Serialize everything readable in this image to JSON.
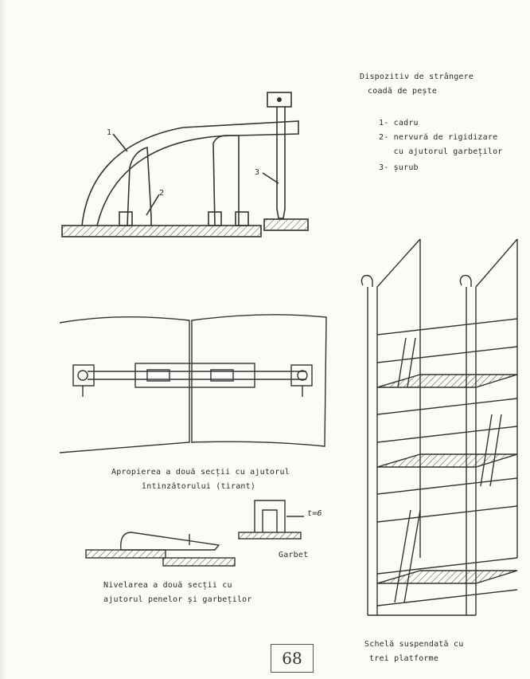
{
  "figure1": {
    "title_line1": "Dispozitiv de strângere",
    "title_line2": "coadă de pește",
    "callout_1": "1",
    "callout_2": "2",
    "callout_3": "3",
    "legend": [
      "1- cadru",
      "2- nervură de rigidizare",
      "   cu ajutorul garbeților",
      "3- șurub"
    ]
  },
  "figure2": {
    "caption_line1": "Apropierea a două secții cu ajutorul",
    "caption_line2": "întinzătorului (tirant)"
  },
  "figure3": {
    "side_label": "Garbet",
    "dimension_note": "t=6",
    "caption_line1": "Nivelarea a două secții cu",
    "caption_line2": "ajutorul penelor și garbeților"
  },
  "figure4": {
    "caption_line1": "Schelă suspendată cu",
    "caption_line2": "trei platforme"
  },
  "page_number": "68"
}
